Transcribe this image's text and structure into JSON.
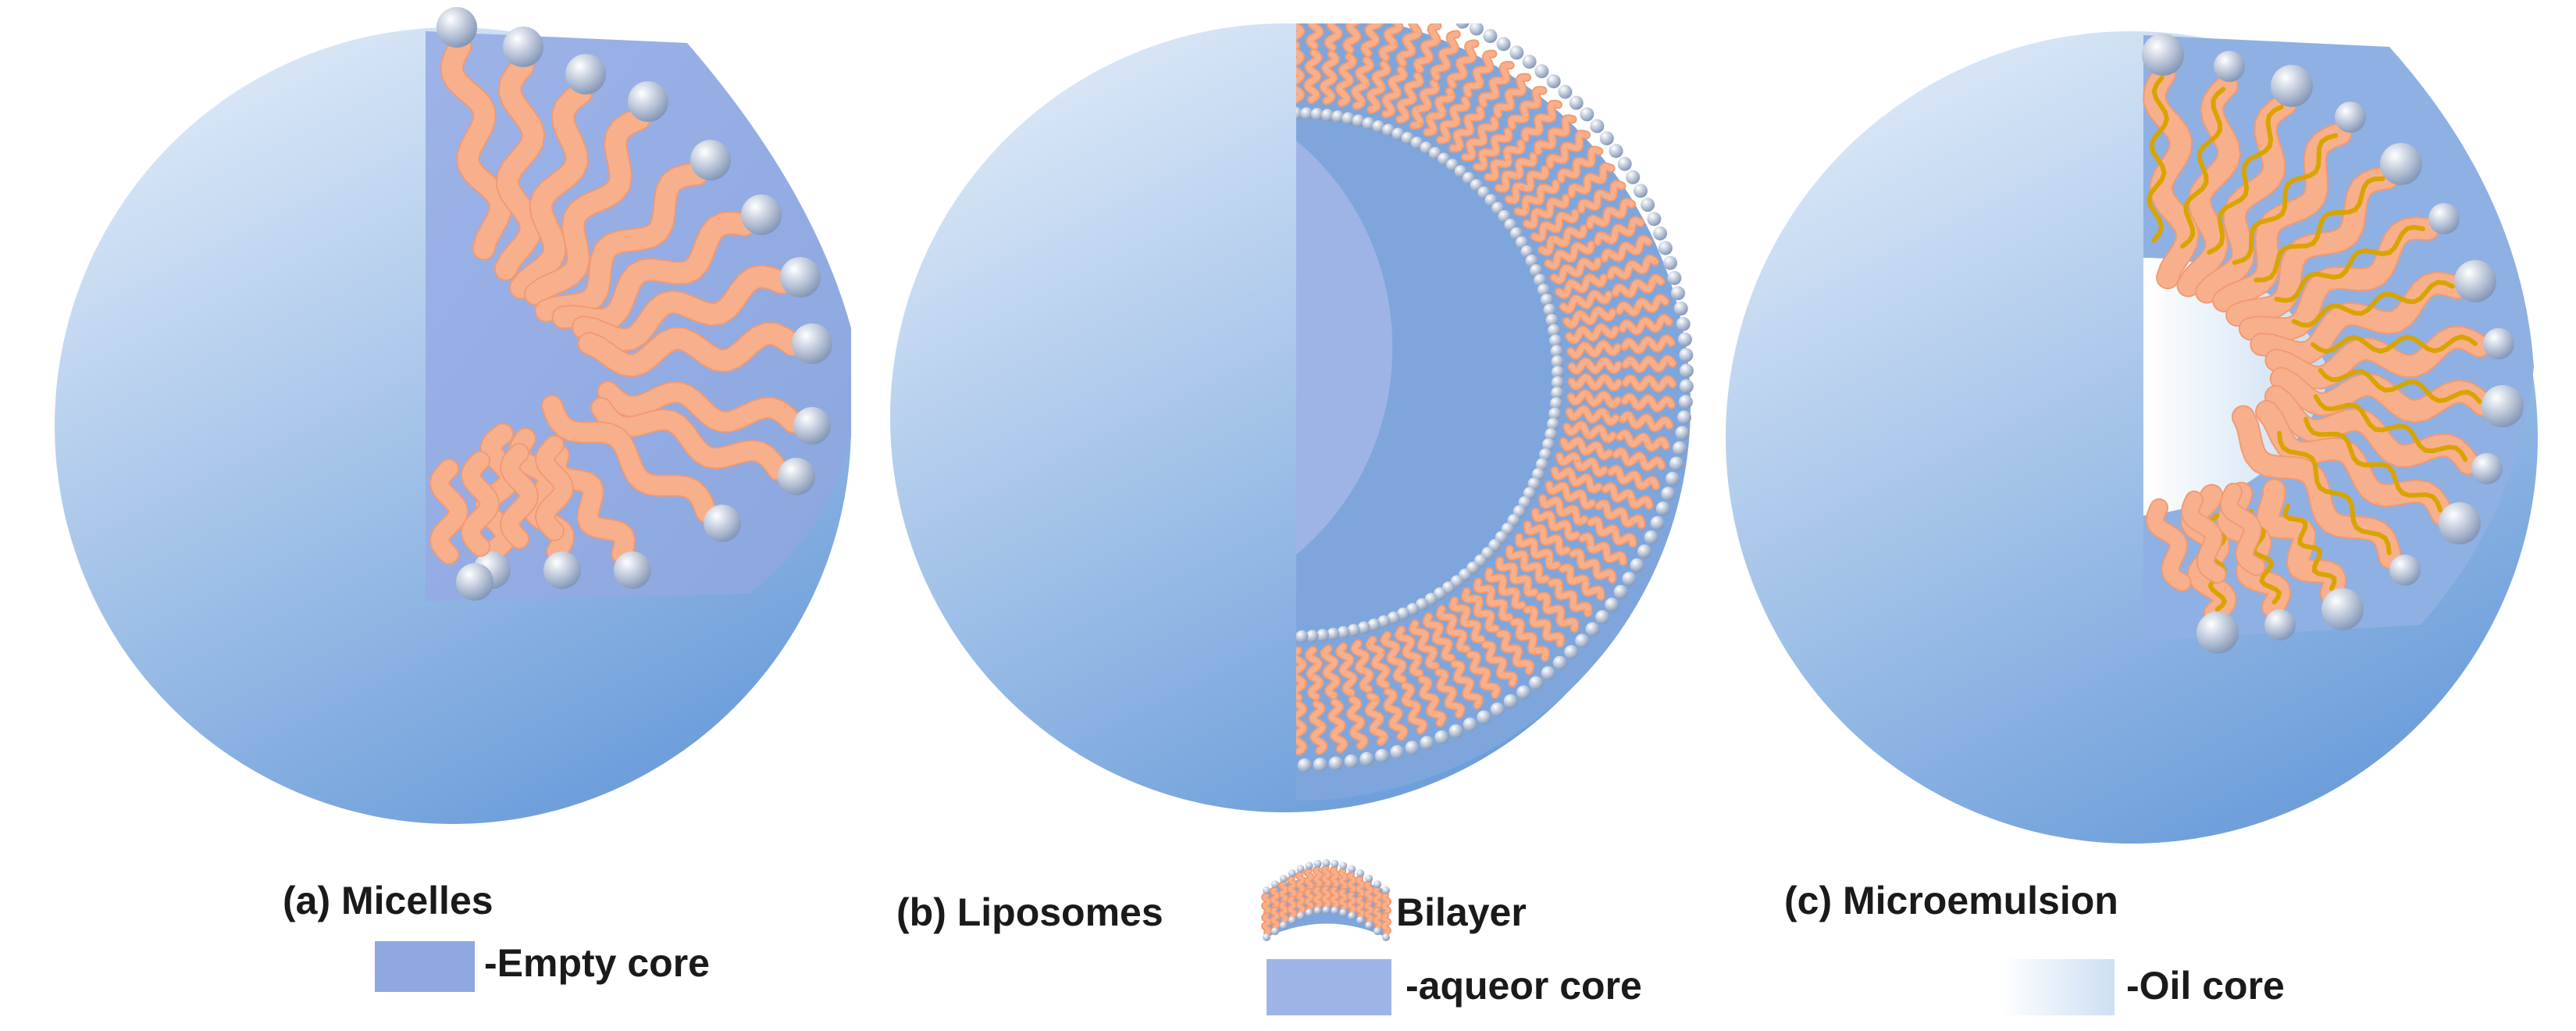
{
  "colors": {
    "sphere_light": "#e4eef9",
    "sphere_dark": "#6e9fdb",
    "empty_core": "#8fa9e0",
    "aqueous_core": "#9fb4e6",
    "oil_core_light": "#ffffff",
    "oil_core_dark": "#c6dcf1",
    "tail": "#f8b08c",
    "tail_outline": "#f29a72",
    "head_light": "#ffffff",
    "head_dark": "#7f93b5",
    "oil_chain": "#d9a400",
    "text": "#1a1a1a"
  },
  "panels": [
    {
      "id": "micelles",
      "title": "(a) Micelles",
      "legend": [
        {
          "swatch": "empty-core",
          "label": "-Empty core"
        }
      ]
    },
    {
      "id": "liposomes",
      "title": "(b) Liposomes",
      "legend": [
        {
          "swatch": "bilayer",
          "label": "Bilayer"
        },
        {
          "swatch": "aqueous-core",
          "label": "-aqueor core"
        }
      ]
    },
    {
      "id": "microemulsion",
      "title": "(c) Microemulsion",
      "legend": [
        {
          "swatch": "oil-core",
          "label": "-Oil core"
        }
      ]
    }
  ]
}
